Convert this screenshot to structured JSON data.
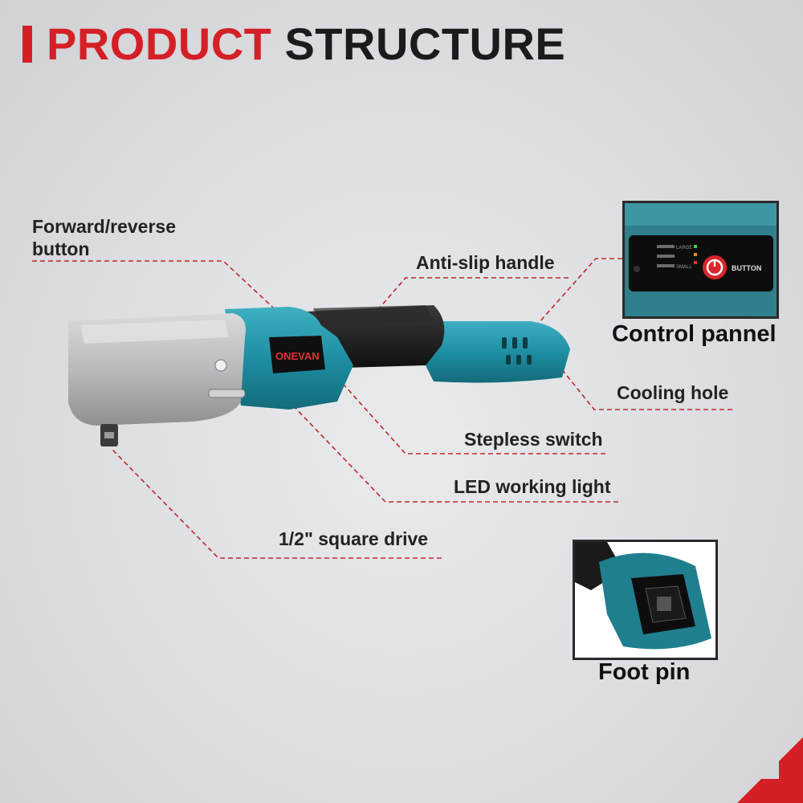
{
  "header": {
    "title_accent": "PRODUCT",
    "title_main": "STRUCTURE",
    "accent_color": "#d51f26"
  },
  "product": {
    "brand_logo": "ONEVAN",
    "body_color": "#1e8fa3"
  },
  "callouts": {
    "forward_reverse": "Forward/reverse\nbutton",
    "anti_slip": "Anti-slip handle",
    "control_panel": "Control pannel",
    "cooling_hole": "Cooling hole",
    "stepless_switch": "Stepless switch",
    "led_light": "LED working light",
    "square_drive": "1/2\" square drive",
    "foot_pin": "Foot pin"
  },
  "panel": {
    "button_label": "BUTTON",
    "speed_high": "LARGE",
    "speed_low": "SMALL"
  }
}
